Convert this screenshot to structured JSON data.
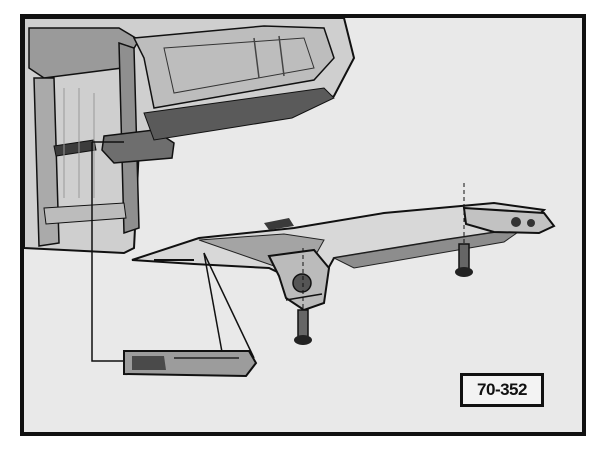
{
  "figure": {
    "reference_number": "70-352",
    "colors": {
      "paper": "#e9e9e9",
      "ink": "#111111",
      "shade_dark": "#555555",
      "shade_mid": "#8a8a8a",
      "shade_light": "#c8c8c8"
    },
    "parts": [
      "door-panel",
      "window-frame",
      "inner-handle-recess",
      "trim-moulding",
      "mounting-bracket",
      "mounting-screw",
      "detail-callout-clip"
    ]
  }
}
